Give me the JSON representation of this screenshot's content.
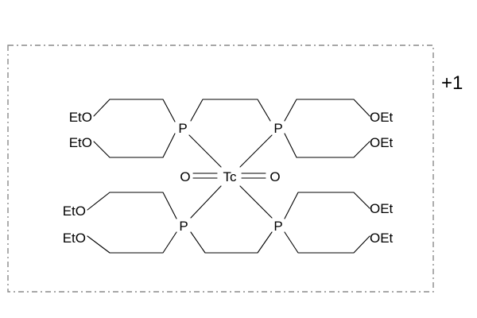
{
  "molecule": {
    "charge": "+1",
    "metal": "Tc",
    "oxo": "O",
    "phosphorus": "P",
    "ethoxy_left": "EtO",
    "ethoxy_right": "OEt"
  }
}
